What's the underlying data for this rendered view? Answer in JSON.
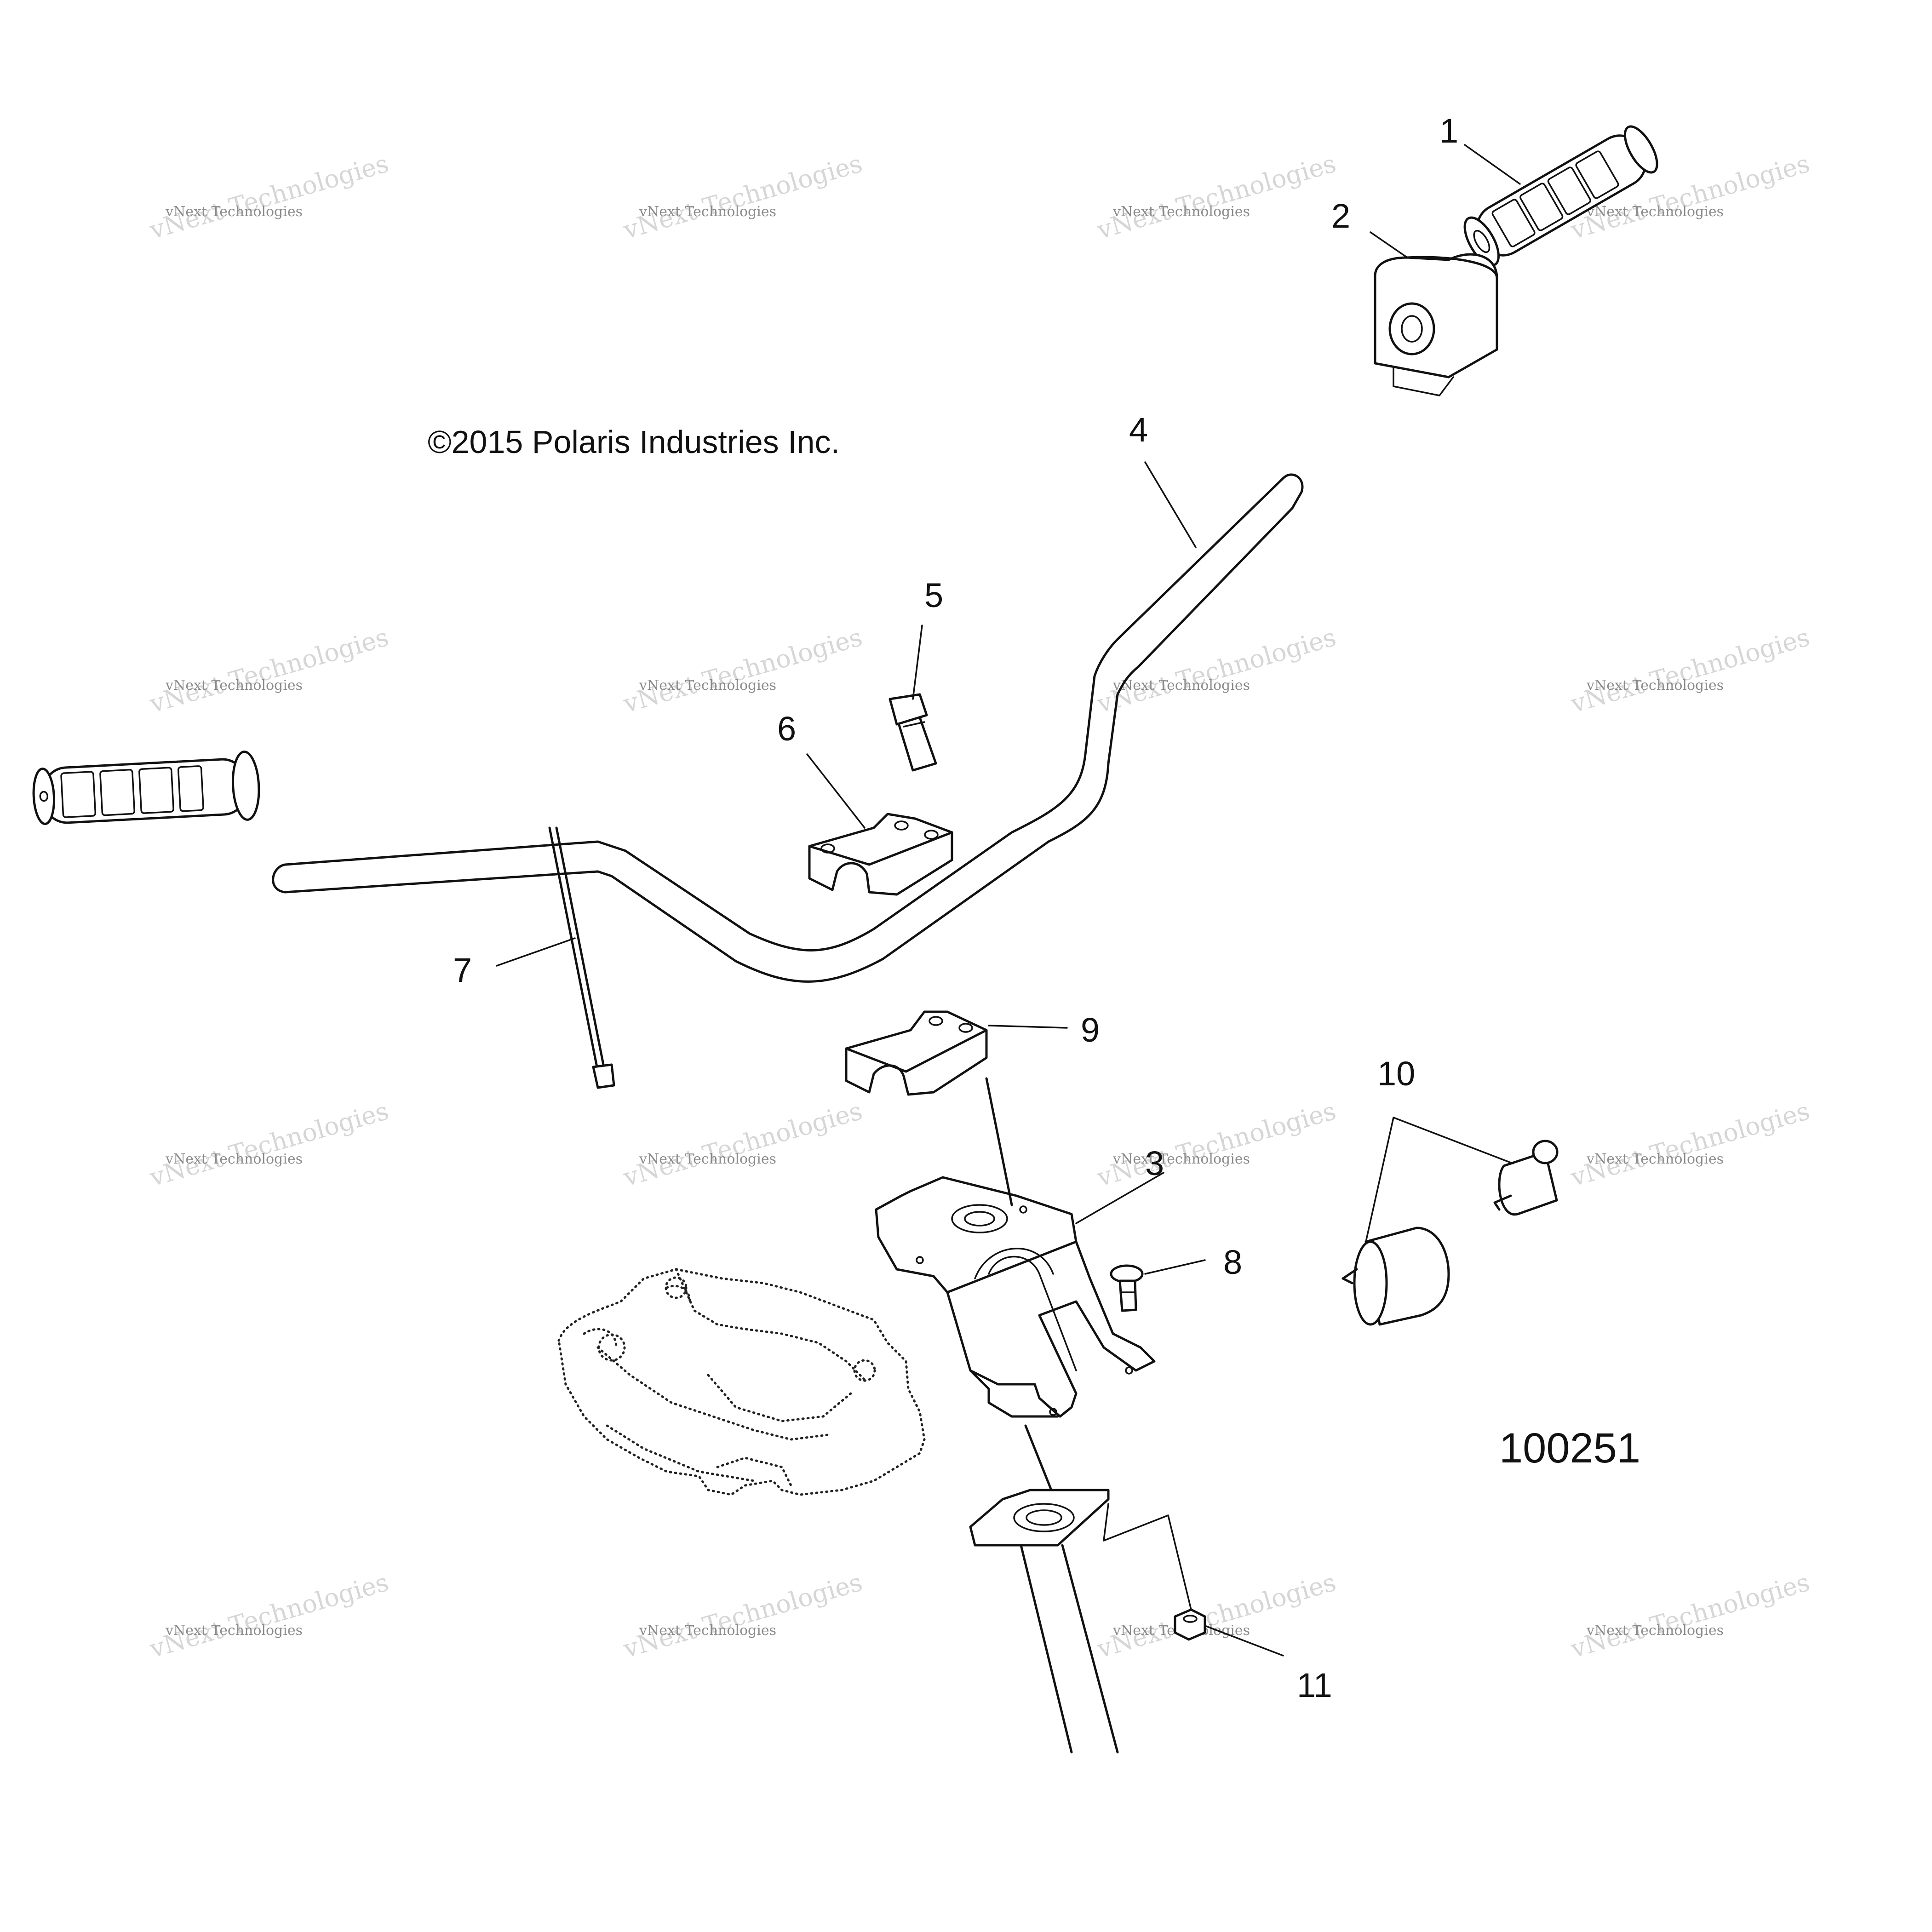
{
  "copyright": "©2015 Polaris Industries Inc.",
  "figure_id": "100251",
  "callouts": [
    "1",
    "2",
    "3",
    "4",
    "5",
    "6",
    "7",
    "8",
    "9",
    "10",
    "11"
  ],
  "watermark": {
    "line1": "vNext Technologies",
    "line2": "vNext Technologies"
  },
  "colors": {
    "line": "#111111",
    "background": "#ffffff",
    "watermark": "#d6d6d6"
  }
}
